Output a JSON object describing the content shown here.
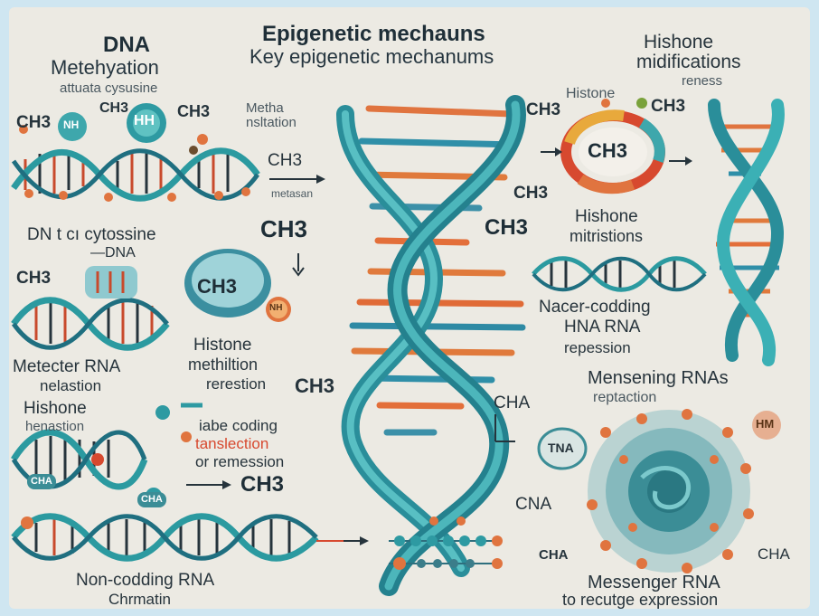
{
  "title": "Epigenetic mechauns",
  "subtitle": "Key epigenetic mechanums",
  "top_left": {
    "heading_line1": "DNA",
    "heading_line2": "Metehyation",
    "sub": "attuata cysusine",
    "ch3_a": "CH3",
    "ch3_b": "CH3",
    "ch3_c": "CH3",
    "nh": "NH",
    "hh": "HH"
  },
  "center_left": {
    "methyl_line1": "Metha",
    "methyl_line2": "nsltation",
    "ch3_arrow": "CH3",
    "arrow_sub": "metasan",
    "dna_line1": "DN t cı cytossine",
    "dna_line2": "—DNA",
    "ch3_big": "CH3",
    "ch3_left": "CH3",
    "ch3_bubble": "CH3",
    "nh_badge": "NH"
  },
  "middle": {
    "meter_line1": "Metecter RNA",
    "meter_line2": "nelastion",
    "histone_line1": "Histone",
    "histone_line2": "methiltion",
    "histone_line3": "rerestion",
    "ch3_center": "CH3",
    "ch3_center_right": "CH3"
  },
  "lower_left": {
    "hist_line1": "Hishone",
    "hist_line2": "henastion",
    "coding_line1": "iabe coding",
    "coding_line2": "tanslection",
    "coding_line3": "or remession",
    "ch3_lower": "CH3",
    "cha_a": "CHA",
    "cha_b": "CHA",
    "cha_c": "CHA",
    "bottom_line1": "Non-codding RNA",
    "bottom_line2": "Chrmatin"
  },
  "right": {
    "heading_line1": "Hishone",
    "heading_line2": "midifications",
    "sub": "reness",
    "ring_top": "Histone",
    "ch3_l": "CH3",
    "ch3_r": "CH3",
    "ring_ch3": "CH3",
    "ch3_below": "CH3",
    "hist_line1": "Hishone",
    "hist_line2": "mitristions",
    "nc_line1": "Nacer-codding",
    "nc_line2": "HNA RNA",
    "nc_line3": "repession",
    "mens_line1": "Mensening RNAs",
    "mens_line2": "reptaction",
    "tna": "TNA",
    "hm": "HM",
    "cna": "CNA",
    "cha_l": "CHA",
    "cha_r": "CHA",
    "msg_line1": "Messenger RNA",
    "msg_line2": "to recutge expression"
  }
}
